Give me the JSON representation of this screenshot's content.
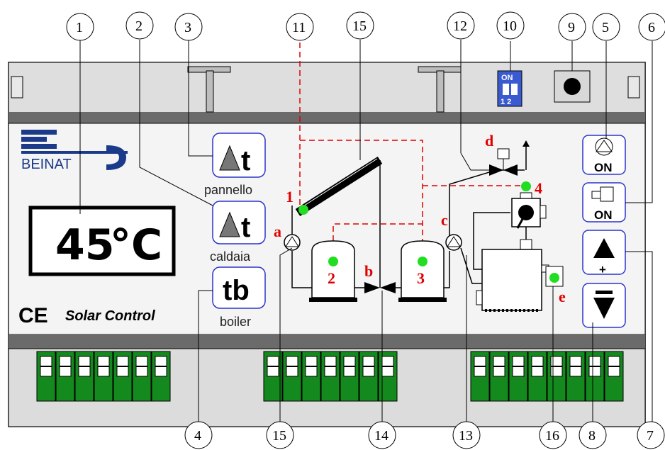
{
  "callouts": [
    "1",
    "2",
    "3",
    "4",
    "5",
    "6",
    "7",
    "8",
    "9",
    "10",
    "11",
    "12",
    "13",
    "14",
    "15",
    "16"
  ],
  "display": {
    "value": "45",
    "unit": "°C"
  },
  "brand": {
    "name": "BEINAT"
  },
  "footer": {
    "ce": "CE",
    "product": "Solar  Control"
  },
  "buttons": {
    "panel_dt": {
      "symbol": "t",
      "label": "pannello"
    },
    "boiler_dt": {
      "symbol": "t",
      "label": "caldaia"
    },
    "tb": {
      "symbol": "tb",
      "label": "boiler"
    },
    "pump_on": {
      "label": "ON"
    },
    "valve_on": {
      "label": "ON"
    },
    "plus": {
      "label": "+"
    }
  },
  "dip_switch": {
    "on_label": "ON",
    "numbers": "1 2"
  },
  "diagram_labels": {
    "sensor1": "1",
    "sensor2": "2",
    "sensor3": "3",
    "sensor4": "4",
    "a": "a",
    "b": "b",
    "c": "c",
    "d": "d",
    "e": "e"
  },
  "colors": {
    "housing": "#cfcfcf",
    "rail": "#6b6b6b",
    "panel_face": "#f4f4f4",
    "button_border": "#2b34c8",
    "terminal_green": "#148a1e",
    "sensor_green": "#22dd22",
    "dashed_red": "#e00000",
    "brand_blue": "#1b3a8a"
  }
}
